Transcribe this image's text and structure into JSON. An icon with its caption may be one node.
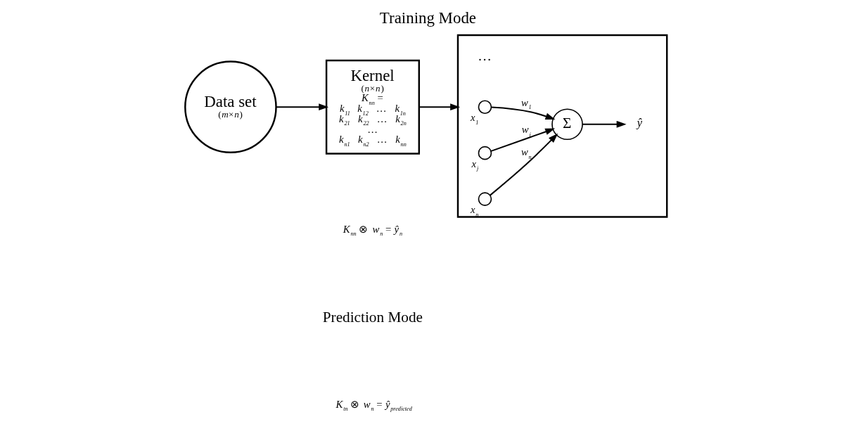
{
  "diagram": {
    "title": "Training Mode",
    "nodes": [
      {
        "text": [
          "Data set",
          "(*m*×*n*)"
        ]
      },
      {
        "text": [
          "Kernel",
          "(*n*×*n*)",
          "*K⃗*$_{nn}$ =",
          "*k*$_{11}$   *k*$_{12}$   …   *k*$_{1n}$",
          "*k*$_{21}$   *k*$_{22}$   …   *k*$_{2n}$",
          "…",
          "*k*$_{n1}$   *k*$_{n2}$   …   *k*$_{nn}$"
        ]
      },
      {
        "text": [],
        "shape": "box"
      },
      {
        "text": [],
        "shape": "circle",
        "beside": [
          "*x*$_{1}$"
        ],
        "in": 2
      },
      {
        "text": [],
        "shape": "circle",
        "beside": [
          "*x*$_{j}$"
        ],
        "in": 2
      },
      {
        "text": [],
        "shape": "circle",
        "beside": [
          "*x*$_{n}$"
        ],
        "in": 2
      },
      {
        "text": [
          "Σ"
        ],
        "in": 2
      },
      {
        "text": [
          "*ŷ*"
        ],
        "in": 2
      }
    ],
    "edges": [
      {
        "from": 0,
        "to": 1,
        "arrow": "to"
      },
      {
        "from": 1,
        "to": 2,
        "arrow": "to"
      },
      {
        "from": 3,
        "to": 6,
        "arrow": "to",
        "label": "*w*$_{1}$"
      },
      {
        "from": 4,
        "to": 6,
        "arrow": "to",
        "label": "*w*$_{j}$"
      },
      {
        "from": 5,
        "to": 6,
        "arrow": "to",
        "label": "*w*$_{n}$"
      },
      {
        "from": 6,
        "to": 7,
        "arrow": "to"
      }
    ],
    "labels": [
      "…",
      "*K*$_{nn}$ ⊗ *w⃗*$_{n}$ = *ŷ⃗*$_{n}$",
      "Prediction Mode",
      "*K*$_{tn}$ ⊗ *w⃗*$_{n}$ = *ŷ⃗*$_{predicted}$"
    ]
  }
}
